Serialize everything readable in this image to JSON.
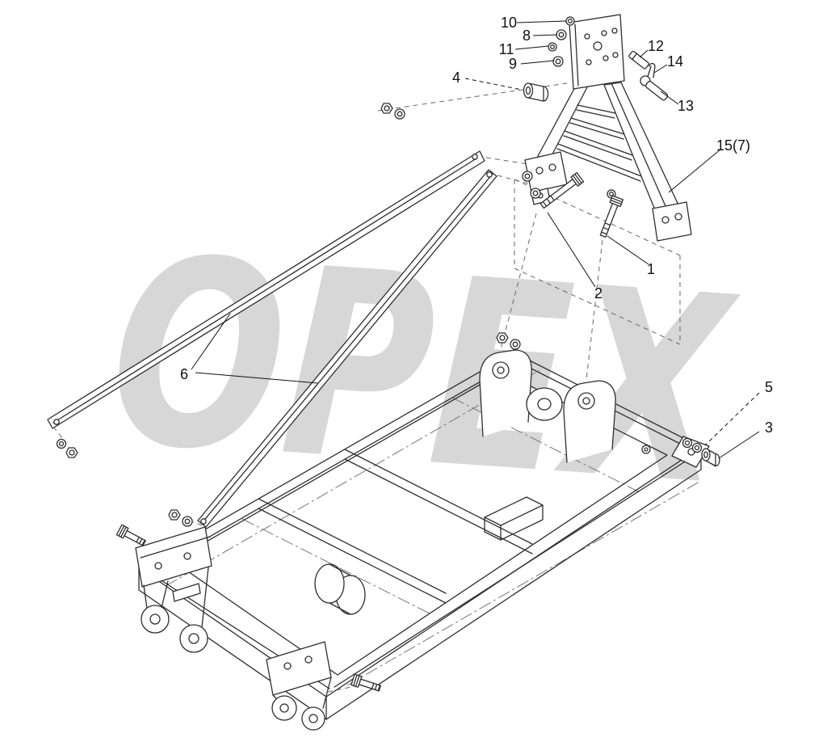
{
  "diagram": {
    "watermark": "OPEX",
    "colors": {
      "watermark": "#d7d7d7",
      "line": "#2e2e2e",
      "dashed": "#666666",
      "label": "#111111"
    },
    "labels": [
      {
        "id": "10",
        "text": "10"
      },
      {
        "id": "8",
        "text": "8"
      },
      {
        "id": "11",
        "text": "11"
      },
      {
        "id": "9",
        "text": "9"
      },
      {
        "id": "4",
        "text": "4"
      },
      {
        "id": "12",
        "text": "12"
      },
      {
        "id": "14",
        "text": "14"
      },
      {
        "id": "13",
        "text": "13"
      },
      {
        "id": "15_7",
        "text": "15(7)"
      },
      {
        "id": "1",
        "text": "1"
      },
      {
        "id": "2",
        "text": "2"
      },
      {
        "id": "6",
        "text": "6"
      },
      {
        "id": "5",
        "text": "5"
      },
      {
        "id": "3",
        "text": "3"
      }
    ]
  }
}
